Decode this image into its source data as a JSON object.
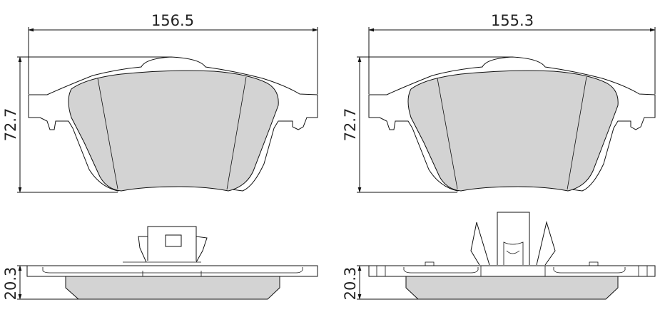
{
  "dimensions": {
    "left_width": "156.5",
    "right_width": "155.3",
    "left_height": "72.7",
    "right_height": "72.7",
    "left_thickness": "20.3",
    "right_thickness": "20.3"
  },
  "colors": {
    "friction_material": "#d3d3d3",
    "line": "#111111",
    "background": "#ffffff"
  }
}
